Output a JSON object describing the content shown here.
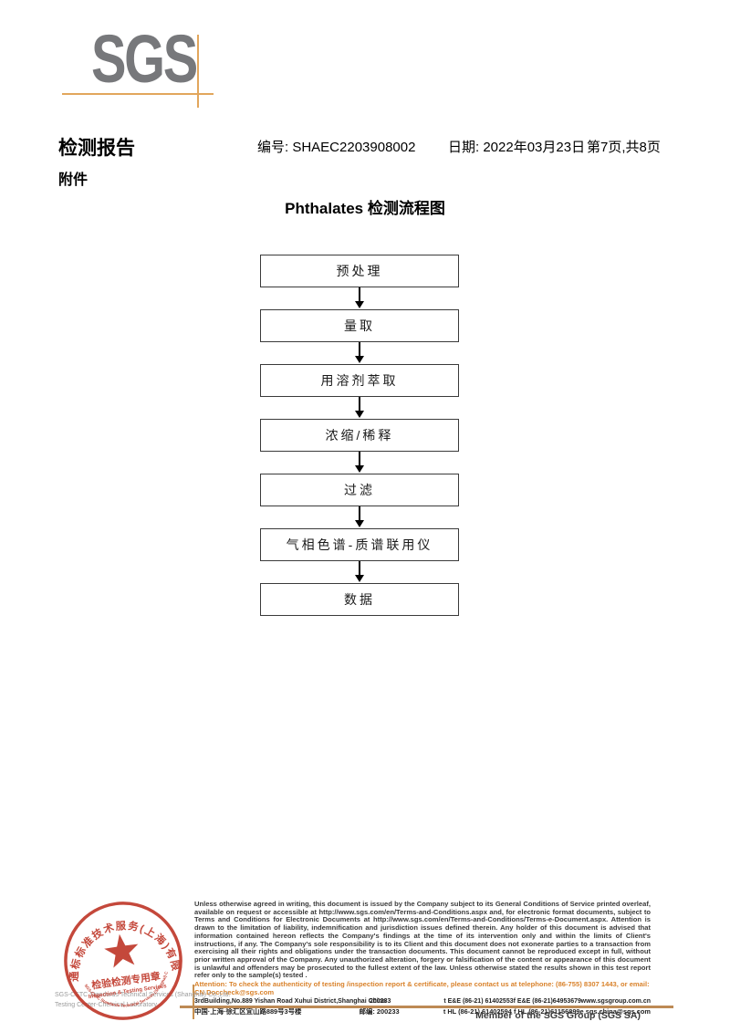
{
  "logo": {
    "text": "SGS"
  },
  "header": {
    "title": "检测报告",
    "report_no": "编号: SHAEC2203908002",
    "date": "日期: 2022年03月23日",
    "pages": "第7页,共8页",
    "attachment": "附件"
  },
  "flowchart": {
    "title": "Phthalates 检测流程图",
    "steps": [
      "预处理",
      "量取",
      "用溶剂萃取",
      "浓缩/稀释",
      "过滤",
      "气相色谱-质谱联用仪",
      "数据"
    ]
  },
  "footer": {
    "stamp": {
      "arc_top": "通标标准技术服务(上海)有限公司",
      "arc_bottom": "SGS-CSTC Standards Technical Services (Shanghai) Co.,Ltd.",
      "center_line1": "检验检测专用章",
      "center_line2": "Inspection & Testing Services"
    },
    "company_line1": "SGS-CSTC Standards Technical Services (Shanghai) Co.,Ltd.",
    "company_line2": "Testing Center-Chemical Laboratory",
    "legal_text": "Unless otherwise agreed in writing, this document is issued by the Company subject to its General Conditions of Service printed overleaf, available on request or accessible at http://www.sgs.com/en/Terms-and-Conditions.aspx and, for electronic format documents, subject to Terms and Conditions for Electronic Documents at http://www.sgs.com/en/Terms-and-Conditions/Terms-e-Document.aspx. Attention is drawn to the limitation of liability, indemnification and jurisdiction issues defined therein. Any holder of this document is advised that information contained hereon reflects the Company's findings at the time of its intervention only and within the limits of Client's instructions, if any. The Company's sole responsibility is to its Client and this document does not exonerate parties to a transaction from exercising all their rights and obligations under the transaction documents. This document cannot be reproduced except in full, without prior written approval of the Company. Any unauthorized alteration, forgery or falsification of the content or appearance of this document is unlawful and offenders may be prosecuted to the fullest extent of the law. Unless otherwise stated the results shown in this test report refer only to the sample(s) tested .",
    "attention_text": "Attention: To check the authenticity of testing /inspection report & certificate, please contact us at telephone: (86-755) 8307 1443, or email: CN.Doccheck@sgs.com",
    "address": {
      "en_address": "3rdBuilding,No.889 Yishan Road Xuhui District,Shanghai China",
      "en_postcode": "200233",
      "cn_address": "中国·上海·徐汇区宜山路889号3号楼",
      "cn_postcode": "邮编: 200233",
      "tel1": "t E&E (86-21) 61402553",
      "fax1": "f E&E (86-21)64953679",
      "web": "www.sgsgroup.com.cn",
      "tel2": "t HL (86-21) 61402594",
      "fax2": "f HL (86-21)61156899",
      "email": "e sgs.china@sgs.com"
    },
    "member_line": "Member of the SGS Group (SGS SA)"
  },
  "colors": {
    "accent_orange": "#e2a65c",
    "footer_line": "#bd8a55",
    "stamp_red": "#c0392b",
    "logo_gray": "#77787b",
    "attention_orange": "#d9822b"
  }
}
